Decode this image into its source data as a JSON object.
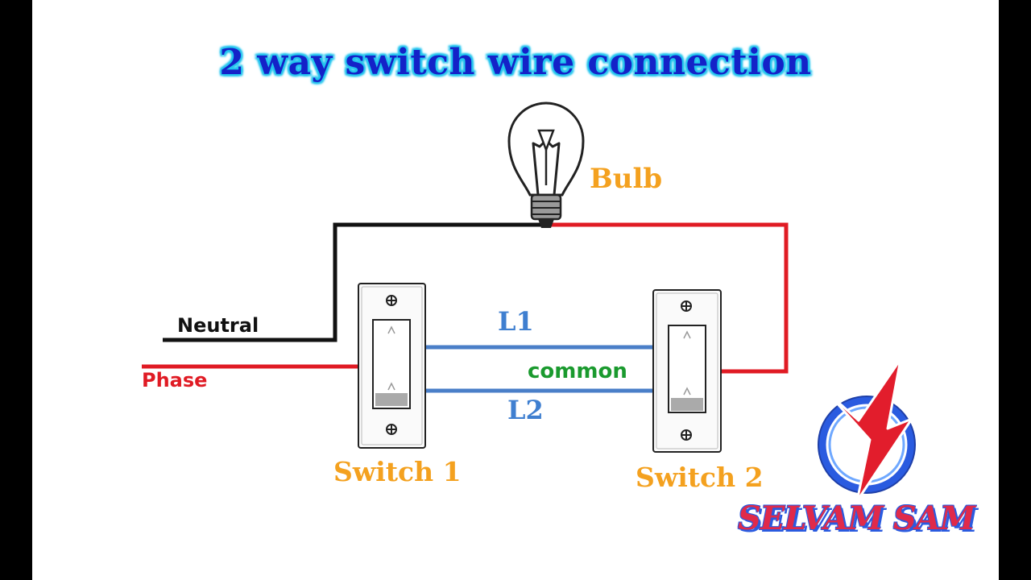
{
  "title": "2 way switch wire connection",
  "labels": {
    "bulb": "Bulb",
    "neutral": "Neutral",
    "phase": "Phase",
    "l1": "L1",
    "common": "common",
    "l2": "L2",
    "switch1": "Switch 1",
    "switch2": "Switch 2"
  },
  "brand": "SELVAM SAM",
  "colors": {
    "neutral_wire": "#111111",
    "phase_wire": "#e01b24",
    "traveller_wire": "#4a7fc8",
    "title_text": "#1422c8",
    "title_glow": "#21c4ee",
    "switch_label": "#f4a11f",
    "common_label": "#1a9a2e",
    "logo_red": "#e02a4a",
    "logo_blue": "#2a5be0"
  },
  "icons": [
    "bulb-icon",
    "switch-icon",
    "logo-icon"
  ]
}
